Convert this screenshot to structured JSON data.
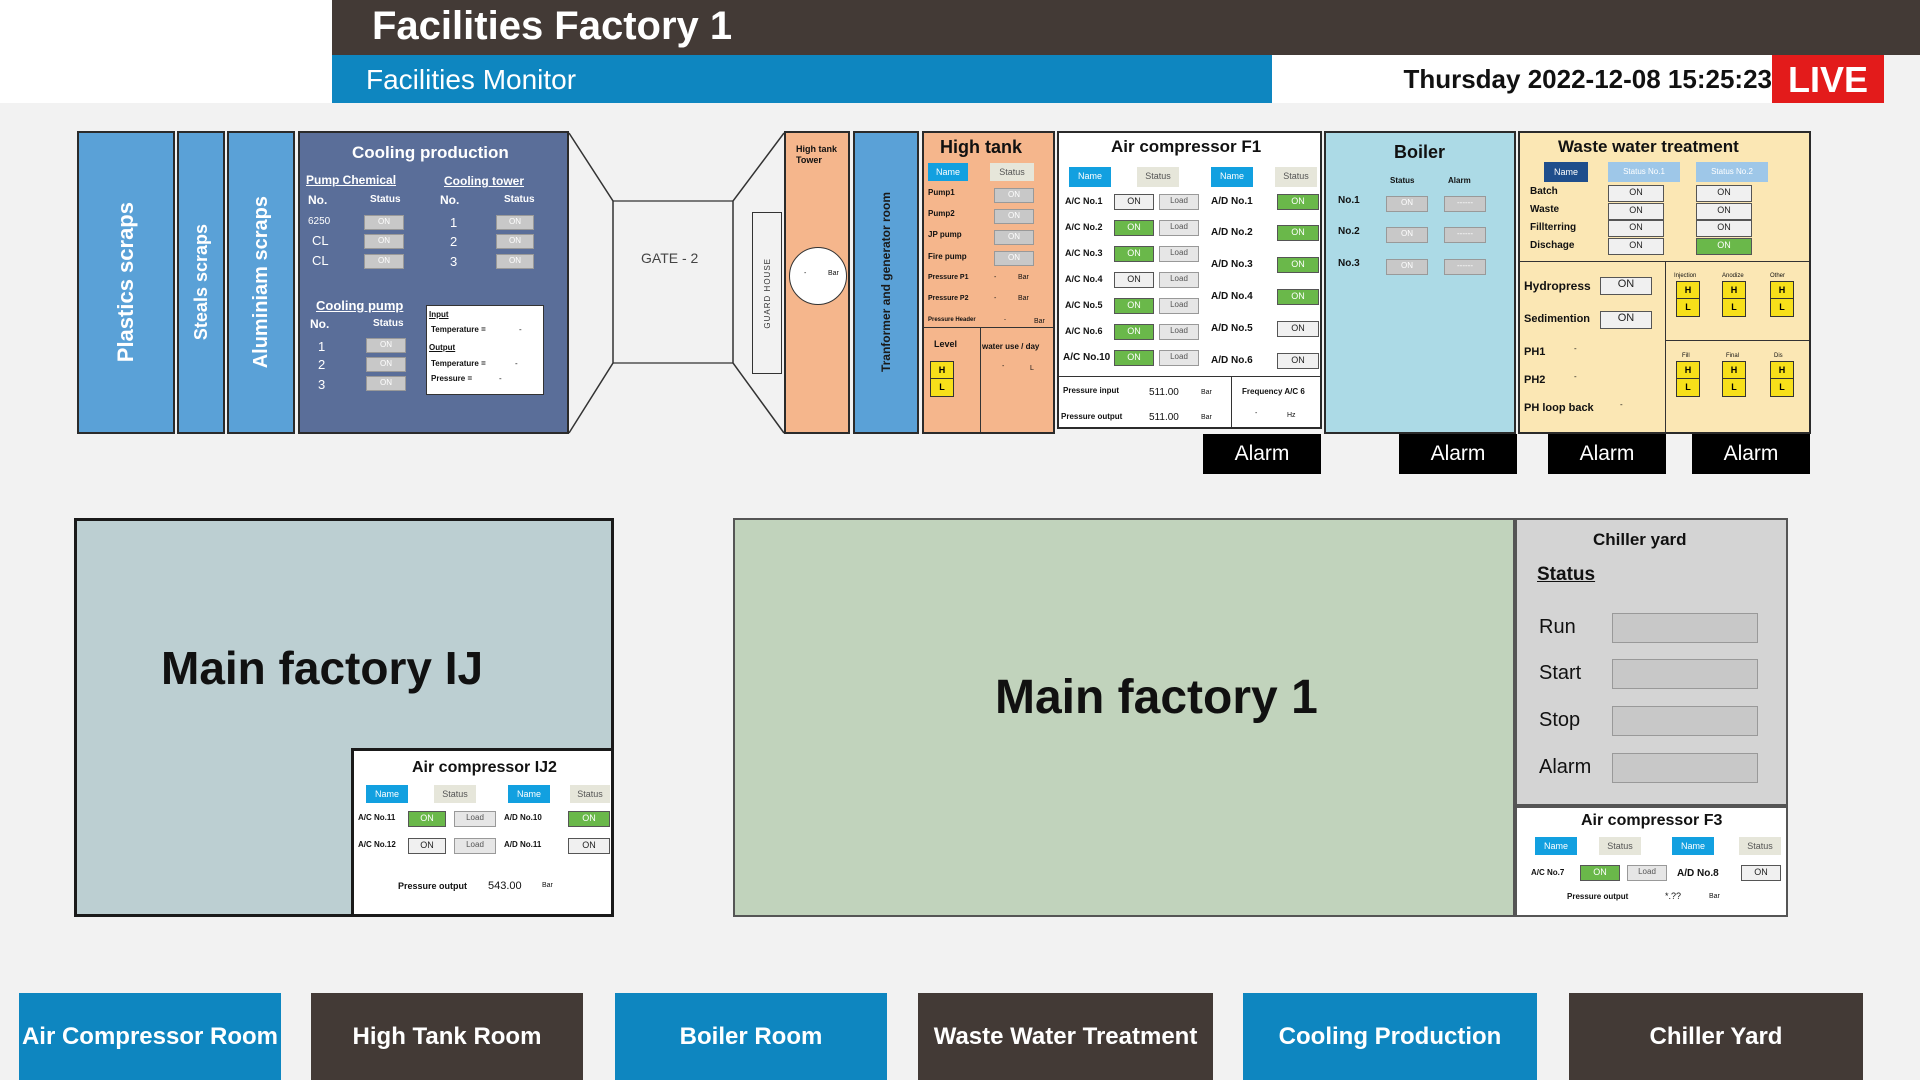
{
  "header": {
    "title": "Facilities Factory 1",
    "subtitle": "Facilities Monitor",
    "datetime": "Thursday 2022-12-08 15:25:23",
    "live": "LIVE"
  },
  "scraps": {
    "plastics": "Plastics scraps",
    "steels": "Steals scraps",
    "aluminium": "Aluminiam scraps"
  },
  "cooling": {
    "title": "Cooling production",
    "pump_chemical": "Pump Chemical",
    "cooling_tower": "Cooling tower",
    "col_no": "No.",
    "col_status": "Status",
    "chem_rows": [
      "6250",
      "CL",
      "CL"
    ],
    "tower_rows": [
      "1",
      "2",
      "3"
    ],
    "cooling_pump": "Cooling pump",
    "pump_rows": [
      "1",
      "2",
      "3"
    ],
    "on": "ON",
    "input": "Input",
    "output": "Output",
    "temperature": "Temperature =",
    "pressure": "Pressure =",
    "dash": "-"
  },
  "gate": "GATE - 2",
  "guard": "GUARD HOUSE",
  "high_tank_tower": {
    "title": "High tank Tower",
    "bar": "Bar",
    "dash": "-"
  },
  "transformer": "Tranformer and generator room",
  "high_tank": {
    "title": "High tank",
    "name": "Name",
    "status": "Status",
    "rows": [
      "Pump1",
      "Pump2",
      "JP pump",
      "Fire pump"
    ],
    "p1": "Pressure P1",
    "p2": "Pressure P2",
    "ph": "Pressure Header",
    "bar": "Bar",
    "dash": "-",
    "level": "Level",
    "water_use": "water use / day",
    "l": "L",
    "h": "H",
    "on": "ON"
  },
  "air_f1": {
    "title": "Air compressor F1",
    "name": "Name",
    "status": "Status",
    "ac": [
      "A/C No.1",
      "A/C No.2",
      "A/C No.3",
      "A/C No.4",
      "A/C No.5",
      "A/C No.6",
      "A/C No.10"
    ],
    "ad": [
      "A/D No.1",
      "A/D No.2",
      "A/D No.3",
      "A/D No.4",
      "A/D No.5",
      "A/D No.6"
    ],
    "on": "ON",
    "load": "Load",
    "p_in": "Pressure input",
    "p_out": "Pressure output",
    "p_in_val": "511.00",
    "p_out_val": "511.00",
    "bar": "Bar",
    "freq": "Frequency A/C 6",
    "hz": "Hz",
    "dash": "-"
  },
  "boiler": {
    "title": "Boiler",
    "status": "Status",
    "alarm": "Alarm",
    "rows": [
      "No.1",
      "No.2",
      "No.3"
    ],
    "on": "ON",
    "dashes": "------"
  },
  "waste": {
    "title": "Waste water treatment",
    "name": "Name",
    "s1": "Status No.1",
    "s2": "Status No.2",
    "rows": [
      "Batch",
      "Waste",
      "Fillterring",
      "Dischage"
    ],
    "on": "ON",
    "hydropress": "Hydropress",
    "sedimention": "Sedimention",
    "ph1": "PH1",
    "ph2": "PH2",
    "phloop": "PH loop back",
    "dash": "-",
    "top_tanks": [
      "Injection",
      "Anodize",
      "Other"
    ],
    "bottom_tanks": [
      "Fill",
      "Final",
      "Dis"
    ],
    "h": "H",
    "l": "L"
  },
  "alarms": [
    "Alarm",
    "Alarm",
    "Alarm",
    "Alarm"
  ],
  "ij": {
    "title": "Main factory IJ",
    "air_title": "Air compressor IJ2",
    "name": "Name",
    "status": "Status",
    "ac": [
      "A/C No.11",
      "A/C No.12"
    ],
    "ad": [
      "A/D No.10",
      "A/D No.11"
    ],
    "on": "ON",
    "load": "Load",
    "p_out": "Pressure output",
    "p_val": "543.00",
    "bar": "Bar"
  },
  "f1": {
    "title": "Main factory 1"
  },
  "chiller": {
    "title": "Chiller yard",
    "status": "Status",
    "rows": [
      "Run",
      "Start",
      "Stop",
      "Alarm"
    ],
    "air_title": "Air compressor F3",
    "name": "Name",
    "st": "Status",
    "ac": "A/C No.7",
    "ad": "A/D No.8",
    "on": "ON",
    "load": "Load",
    "p_out": "Pressure output",
    "p_val": "*.??",
    "bar": "Bar"
  },
  "nav": [
    "Air Compressor Room",
    "High Tank Room",
    "Boiler Room",
    "Waste Water Treatment",
    "Cooling Production",
    "Chiller Yard"
  ],
  "colors": {
    "header_dark": "#433a36",
    "accent_blue": "#0e86c0",
    "live_red": "#e31b1b",
    "on_green": "#6ab84a",
    "tank_yellow": "#f7e01a"
  }
}
